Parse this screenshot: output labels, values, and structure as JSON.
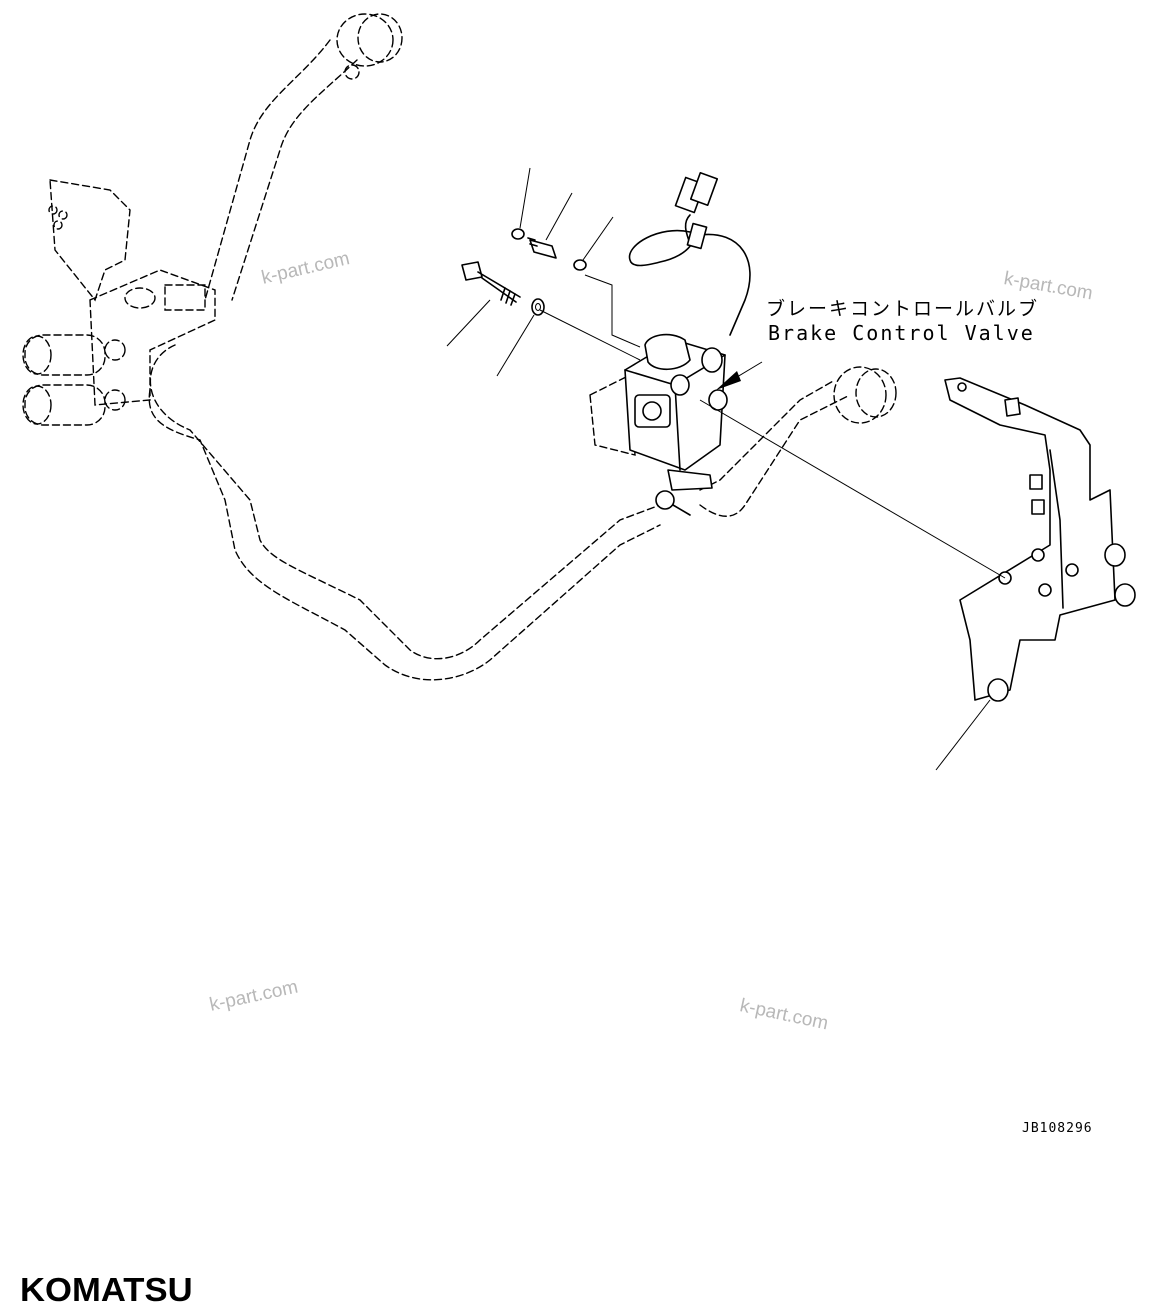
{
  "part_label": {
    "japanese": "ブレーキコントロールバルブ",
    "english": "Brake Control Valve"
  },
  "drawing_number": "JB108296",
  "watermarks": [
    "k-part.com",
    "k-part.com",
    "k-part.com",
    "k-part.com"
  ],
  "brand": "KOMATSU"
}
